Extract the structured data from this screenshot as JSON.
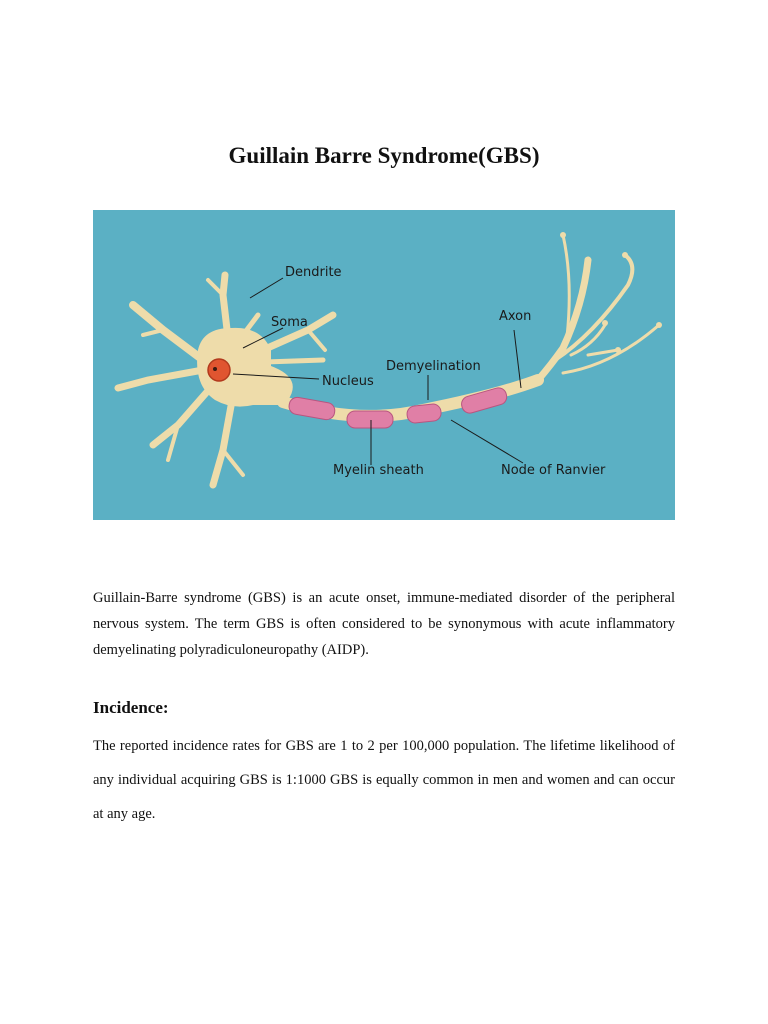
{
  "document": {
    "title": "Guillain Barre Syndrome(GBS)",
    "intro": "Guillain-Barre syndrome (GBS) is an acute onset, immune-mediated disorder of the peripheral nervous system. The term GBS is often considered to be synonymous with acute inflammatory demyelinating polyradiculoneuropathy (AIDP).",
    "incidence_heading": "Incidence:",
    "incidence_text": "The reported incidence rates for GBS are 1 to 2 per 100,000 population. The lifetime likelihood of any individual acquiring GBS is 1:1000 GBS is equally common in men and women and can occur at any age."
  },
  "figure": {
    "labels": {
      "dendrite": "Dendrite",
      "soma": "Soma",
      "nucleus": "Nucleus",
      "demyelination": "Demyelination",
      "axon": "Axon",
      "myelin_sheath": "Myelin sheath",
      "node_of_ranvier": "Node of Ranvier"
    },
    "colors": {
      "background": "#5bb0c4",
      "cell_body": "#eedcaa",
      "myelin": "#e07fa6",
      "nucleus": "#e05530"
    }
  }
}
